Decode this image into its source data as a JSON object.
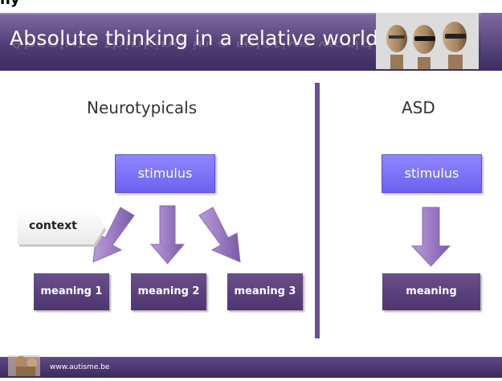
{
  "slide": {
    "top_cut_text": "ny",
    "title": "Absolute thinking in a relative world",
    "left_heading": "Neurotypicals",
    "right_heading": "ASD",
    "left_stimulus": "stimulus",
    "right_stimulus": "stimulus",
    "context_label": "context",
    "left_meanings": [
      "meaning 1",
      "meaning 2",
      "meaning 3"
    ],
    "right_meaning": "meaning",
    "footer_url": "www.autisme.be"
  },
  "colors": {
    "title_bar": "#4f3d74",
    "stimulus_box": "#7b70f7",
    "meaning_box": "#5a3f7c",
    "arrow": "#9c7cc4",
    "divider": "#6b4f96"
  },
  "icons": {
    "header_image": "three-faces-image",
    "footer_logo": "autisme-logo-icon"
  }
}
